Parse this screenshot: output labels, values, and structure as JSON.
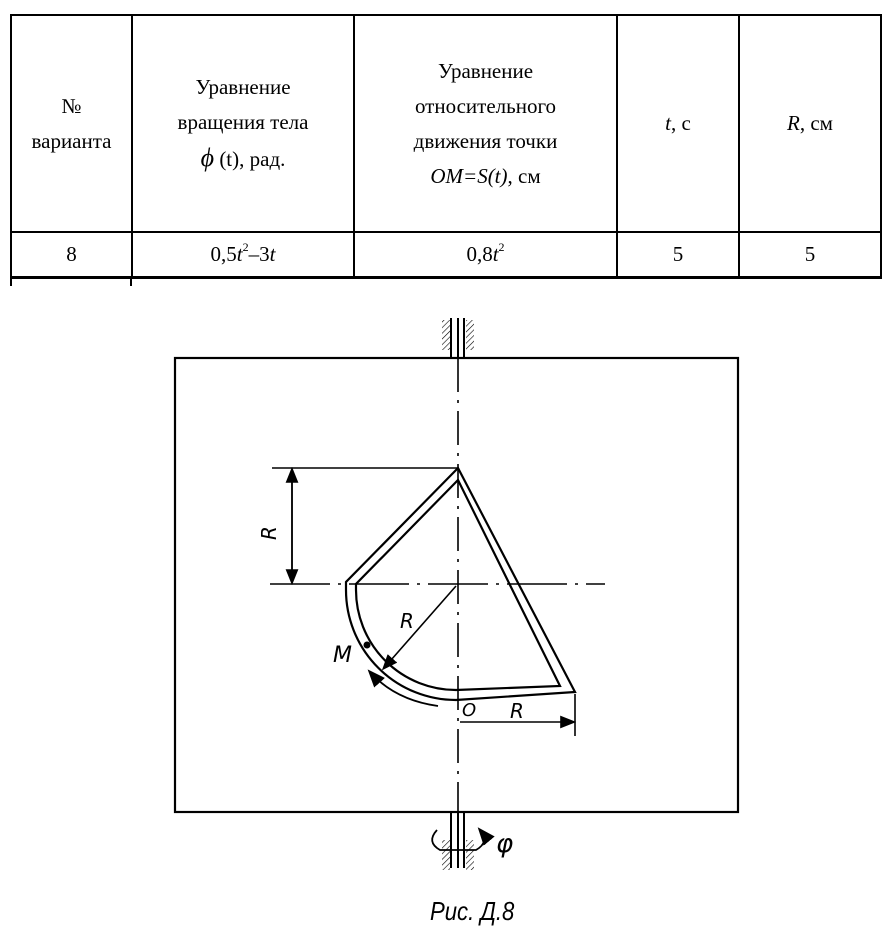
{
  "table": {
    "headers": {
      "variant": [
        "№",
        "варианта"
      ],
      "rotation": {
        "line1": "Уравнение",
        "line2": "вращения тела",
        "phi_symbol": "ϕ",
        "phi_args": " (t),  рад."
      },
      "relative": {
        "line1": "Уравнение",
        "line2": "относительного",
        "line3": "движения точки",
        "formula": "OM=S(t)",
        "unit": ", см"
      },
      "time": {
        "symbol": "t",
        "unit": ", с"
      },
      "radius": {
        "symbol": "R",
        "unit": ", см"
      }
    },
    "row": {
      "variant": "8",
      "rotation_a": "0,5",
      "rotation_t": "t",
      "rotation_pow": "2",
      "rotation_b": "–3",
      "rotation_c": "t",
      "relative_a": "0,8",
      "relative_t": "t",
      "relative_pow": "2",
      "time": "5",
      "radius": "5"
    }
  },
  "figure": {
    "label_r_vertical": "R",
    "label_r_radius": "R",
    "label_r_horizontal": "R",
    "label_m": "M",
    "label_o": "O",
    "label_phi": "φ"
  },
  "caption": "Рис. Д.8"
}
